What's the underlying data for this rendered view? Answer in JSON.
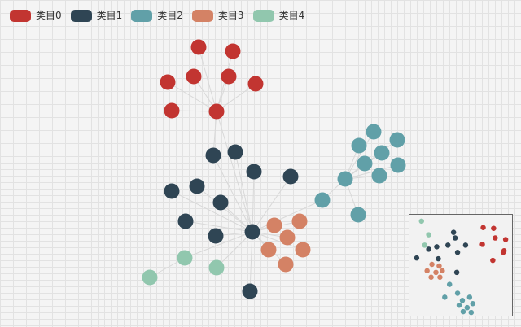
{
  "legend": [
    {
      "label": "类目0",
      "color": "#c23531"
    },
    {
      "label": "类目1",
      "color": "#2f4554"
    },
    {
      "label": "类目2",
      "color": "#61a0a8"
    },
    {
      "label": "类目3",
      "color": "#d48265"
    },
    {
      "label": "类目4",
      "color": "#91c7ae"
    }
  ],
  "colors": {
    "background": "#f4f4f4",
    "grid_line": "#e2e2e2",
    "edge": "#d8d8d8",
    "minimap_border": "#666666"
  },
  "graph": {
    "hub_node": "n_hub"
  }
}
